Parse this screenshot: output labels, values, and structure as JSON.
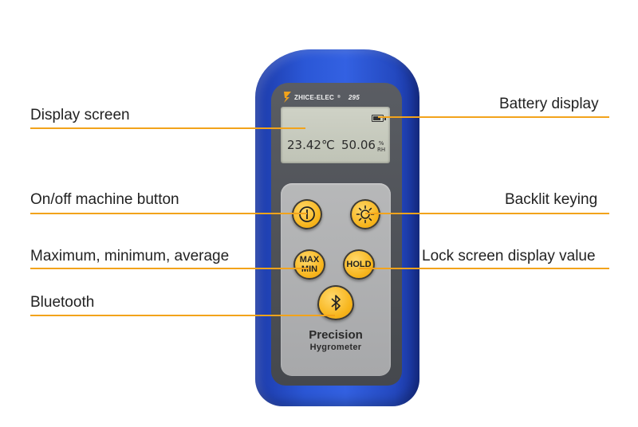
{
  "labels": {
    "display_screen": "Display screen",
    "battery_display": "Battery display",
    "power_button": "On/off machine button",
    "backlight_key": "Backlit keying",
    "max_min_avg": "Maximum, minimum, average",
    "lock_screen": "Lock screen display value",
    "bluetooth": "Bluetooth"
  },
  "device": {
    "brand": "ZHICE-ELEC",
    "brand_mark": "®",
    "model": "295",
    "temperature": "23.42℃",
    "humidity": "50.06",
    "humidity_unit_top": "%",
    "humidity_unit_bottom": "RH",
    "buttons": {
      "max": "MAX",
      "min": "MIN",
      "hold": "HOLD"
    },
    "product_name": "Precision",
    "product_type": "Hygrometer"
  },
  "colors": {
    "leader_line": "#f2a31b",
    "casing_blue": "#2b57d6",
    "button_yellow": "#f7b51c",
    "face_gray": "#45484d",
    "lcd": "#c7cabe"
  },
  "icons": [
    "power-icon",
    "sun-icon",
    "bluetooth-icon",
    "battery-icon",
    "brand-logo-icon"
  ]
}
